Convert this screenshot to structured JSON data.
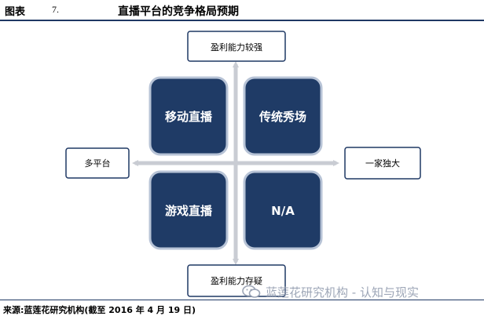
{
  "header": {
    "label": "图表",
    "number": "7.",
    "title": "直播平台的竞争格局预期"
  },
  "diagram": {
    "top": "盈利能力较强",
    "bottom": "盈利能力存疑",
    "left": "多平台",
    "right": "一家独大",
    "quadrants": {
      "top_left": "移动直播",
      "top_right": "传统秀场",
      "bottom_left": "游戏直播",
      "bottom_right": "N/A"
    },
    "colors": {
      "quadrant_fill": "#1f3b66",
      "quadrant_border": "#b7c3d6",
      "arrow": "#c9ccd3",
      "box_border": "#1f3864"
    }
  },
  "footer": {
    "source": "来源:蓝莲花研究机构(截至 2016 年 4 月 19 日)"
  },
  "watermark": {
    "text": "蓝莲花研究机构 - 认知与现实",
    "icon": "wechat-icon"
  }
}
